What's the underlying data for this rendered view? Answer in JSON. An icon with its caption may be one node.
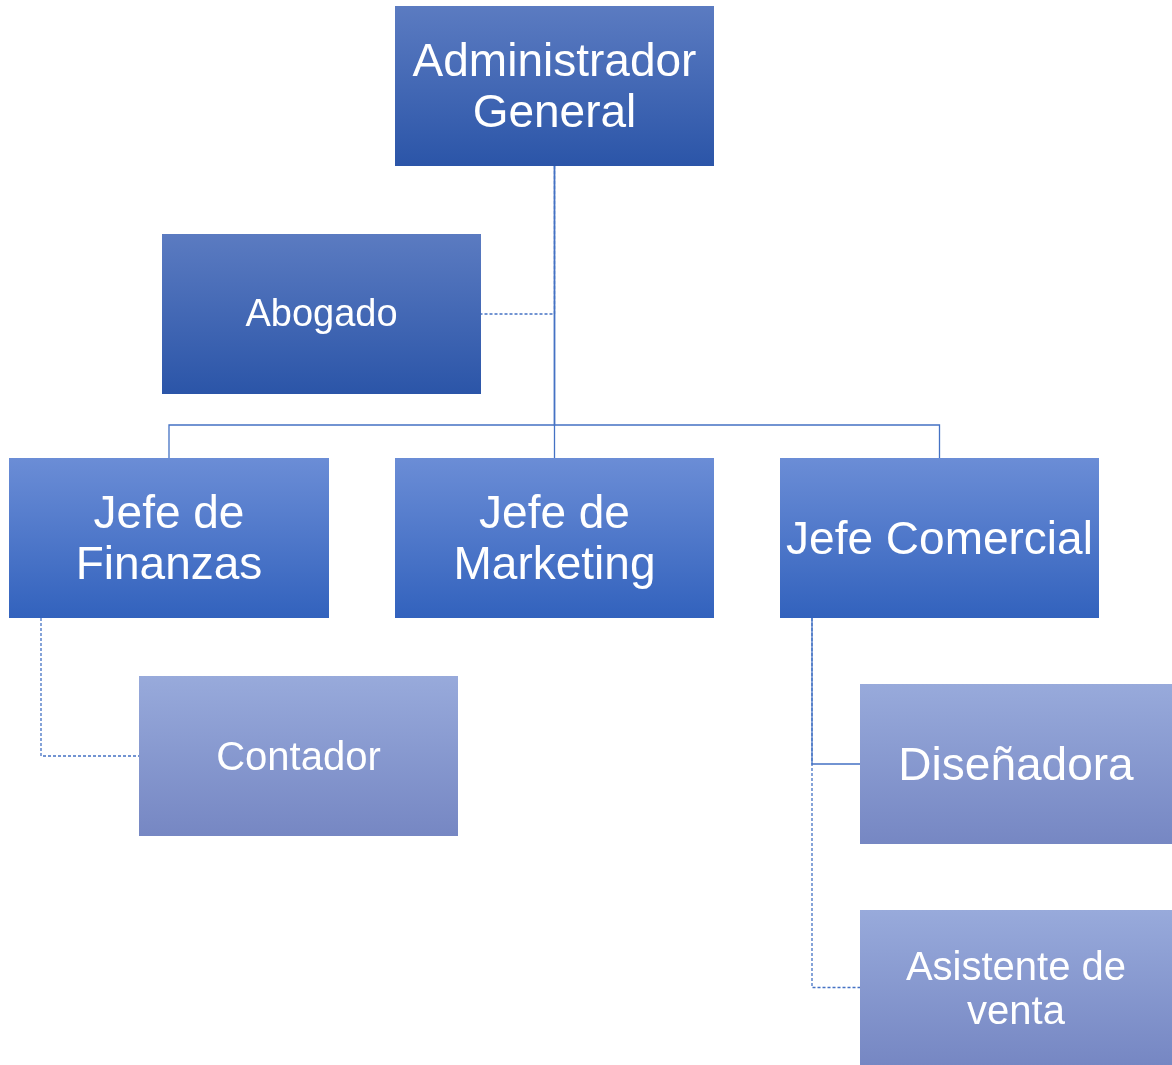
{
  "diagram": {
    "nodes": [
      {
        "text": [
          "Administrador General"
        ]
      },
      {
        "text": [
          "Abogado"
        ]
      },
      {
        "text": [
          "Jefe de Finanzas"
        ]
      },
      {
        "text": [
          "Jefe de Marketing"
        ]
      },
      {
        "text": [
          "Jefe Comercial"
        ]
      },
      {
        "text": [
          "Contador"
        ]
      },
      {
        "text": [
          "Diseñadora"
        ]
      },
      {
        "text": [
          "Asistente de venta"
        ]
      }
    ],
    "edges": [
      {
        "from": 0,
        "to": 1,
        "arrow": "none",
        "style": "dashed"
      },
      {
        "from": 0,
        "to": 2,
        "arrow": "none"
      },
      {
        "from": 0,
        "to": 3,
        "arrow": "none"
      },
      {
        "from": 0,
        "to": 4,
        "arrow": "none"
      },
      {
        "from": 2,
        "to": 5,
        "arrow": "none",
        "style": "dashed"
      },
      {
        "from": 4,
        "to": 6,
        "arrow": "none"
      },
      {
        "from": 4,
        "to": 7,
        "arrow": "none",
        "style": "dashed"
      }
    ]
  }
}
